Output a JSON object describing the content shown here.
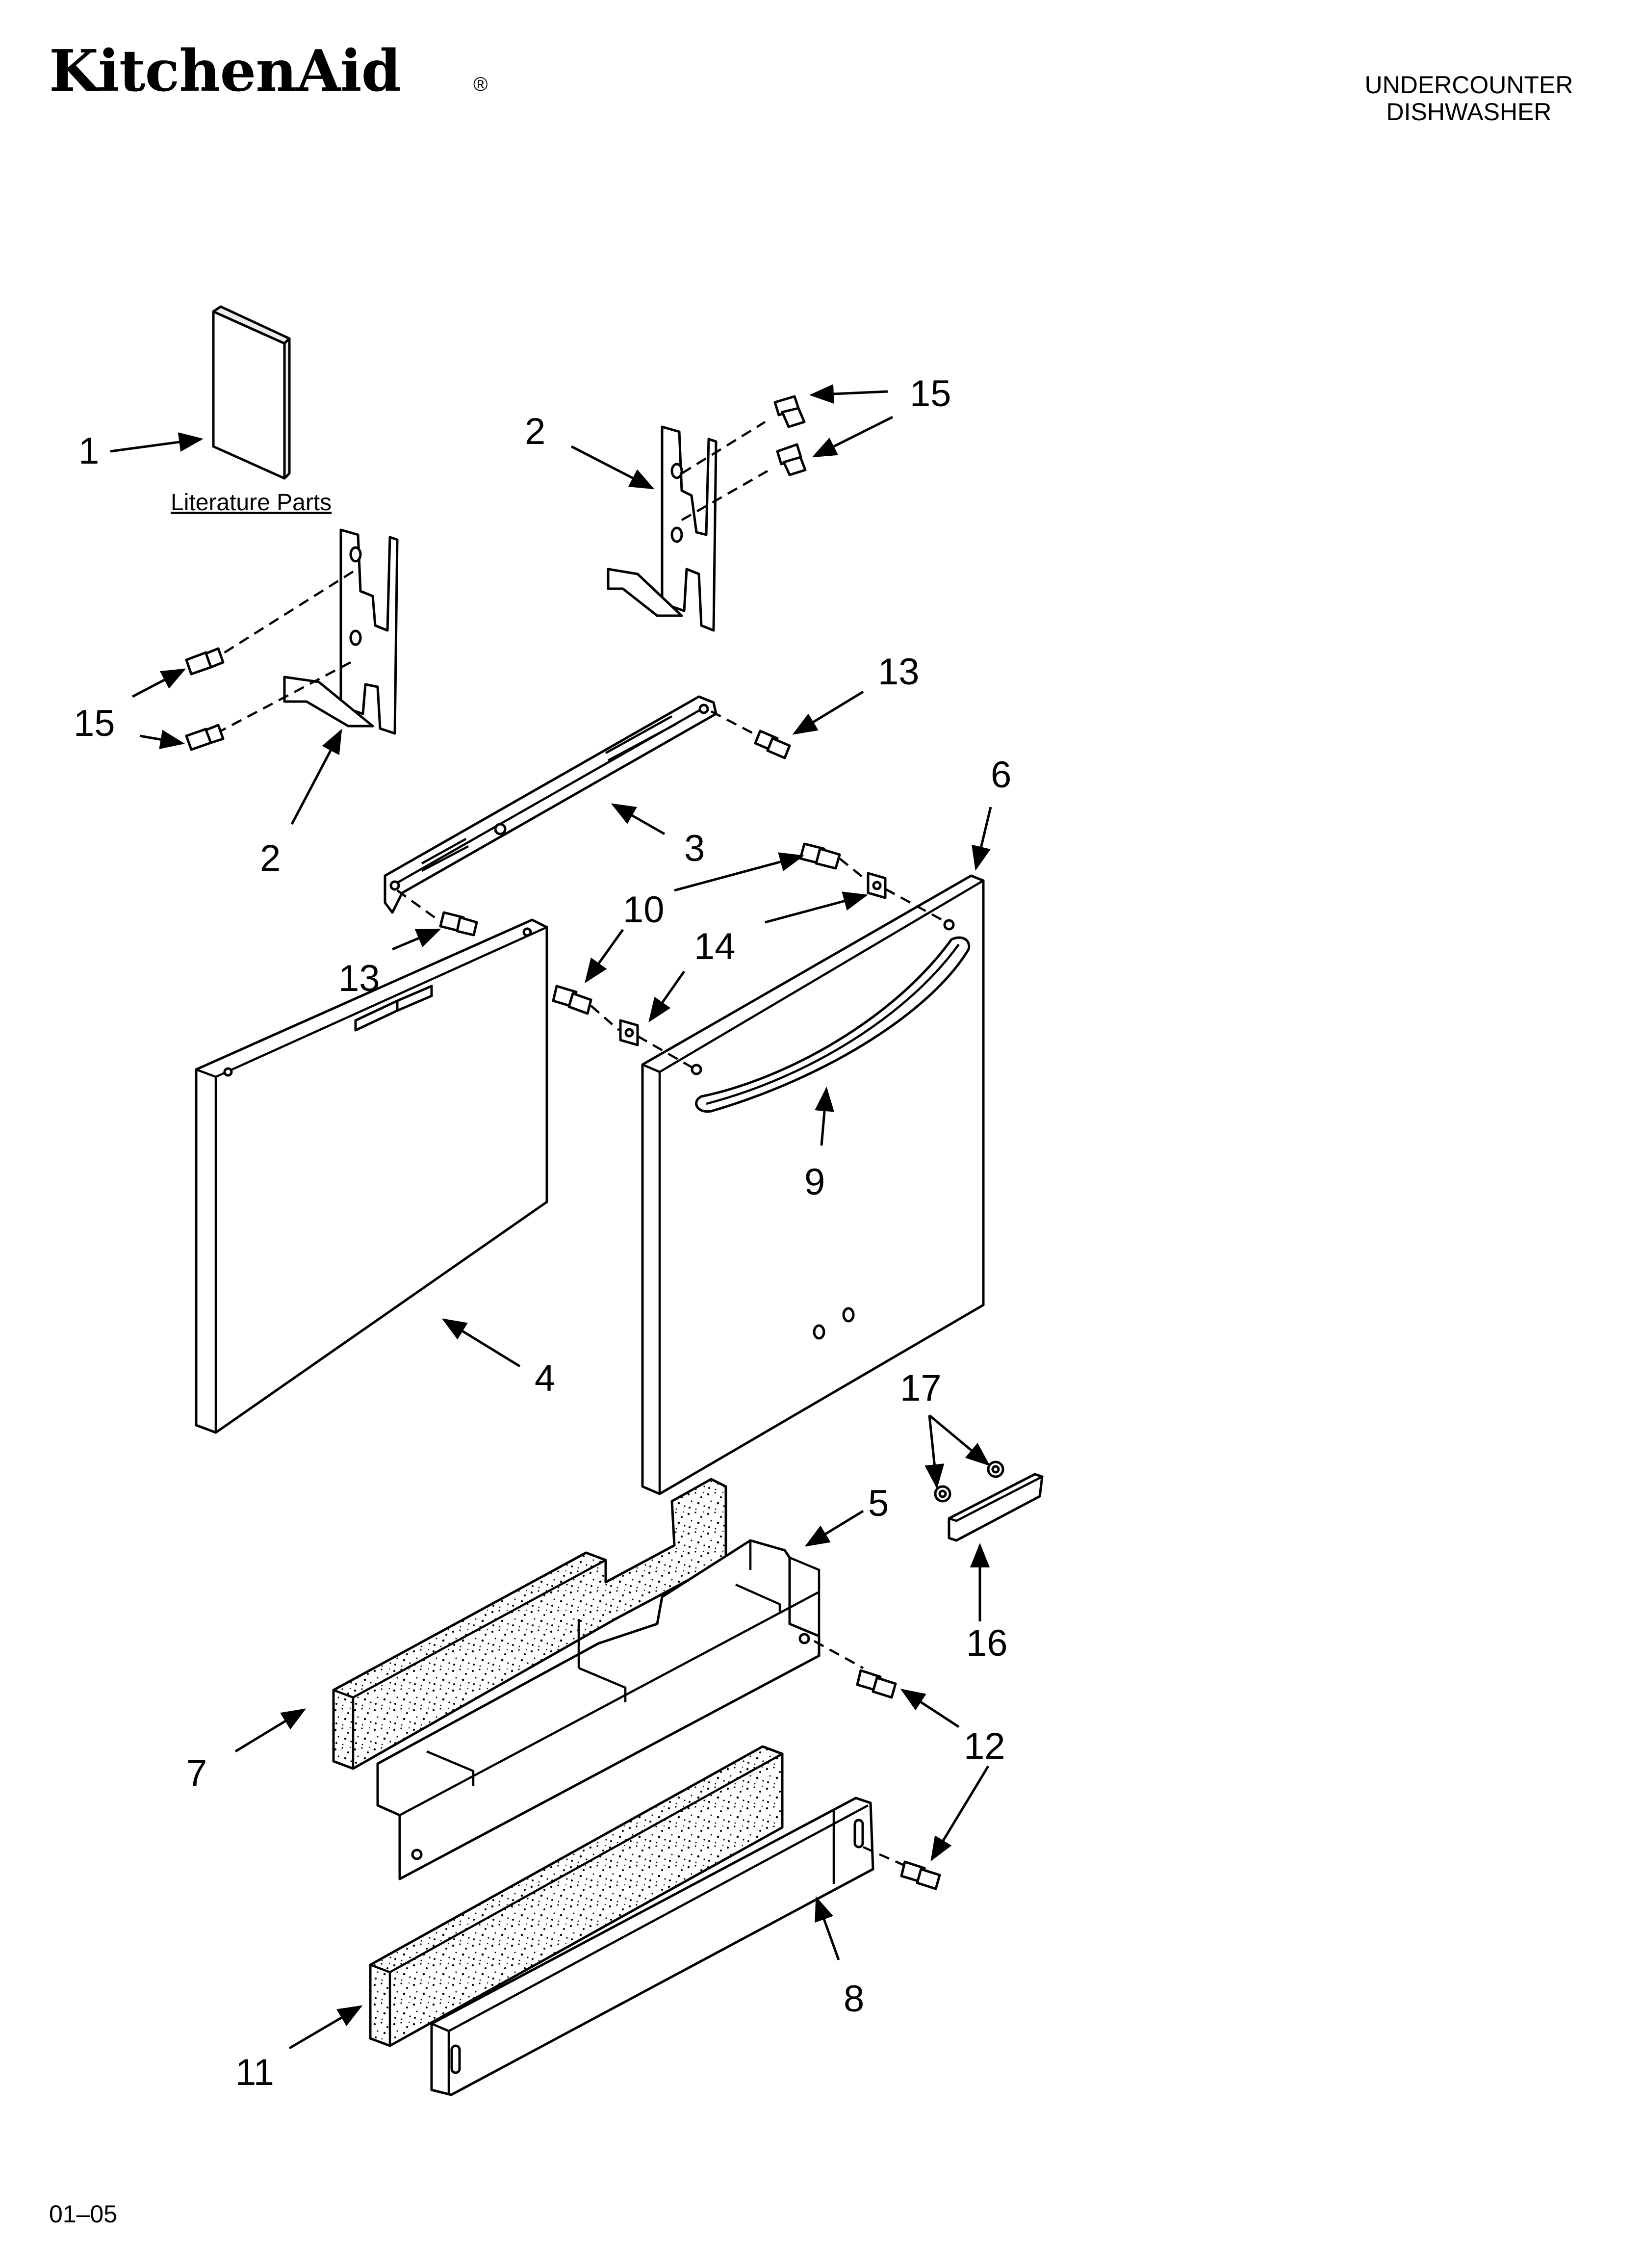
{
  "header": {
    "brand": "KitchenAid",
    "registered_mark": "®",
    "product_line1": "UNDERCOUNTER",
    "product_line2": "DISHWASHER"
  },
  "literature_label": "Literature Parts",
  "callouts": {
    "c1": "1",
    "c2a": "2",
    "c2b": "2",
    "c3": "3",
    "c4": "4",
    "c5": "5",
    "c6": "6",
    "c7": "7",
    "c8": "8",
    "c9": "9",
    "c10": "10",
    "c11": "11",
    "c12": "12",
    "c13a": "13",
    "c13b": "13",
    "c14": "14",
    "c15a": "15",
    "c15b": "15",
    "c16": "16",
    "c17": "17"
  },
  "footer": {
    "code": "01–05"
  }
}
